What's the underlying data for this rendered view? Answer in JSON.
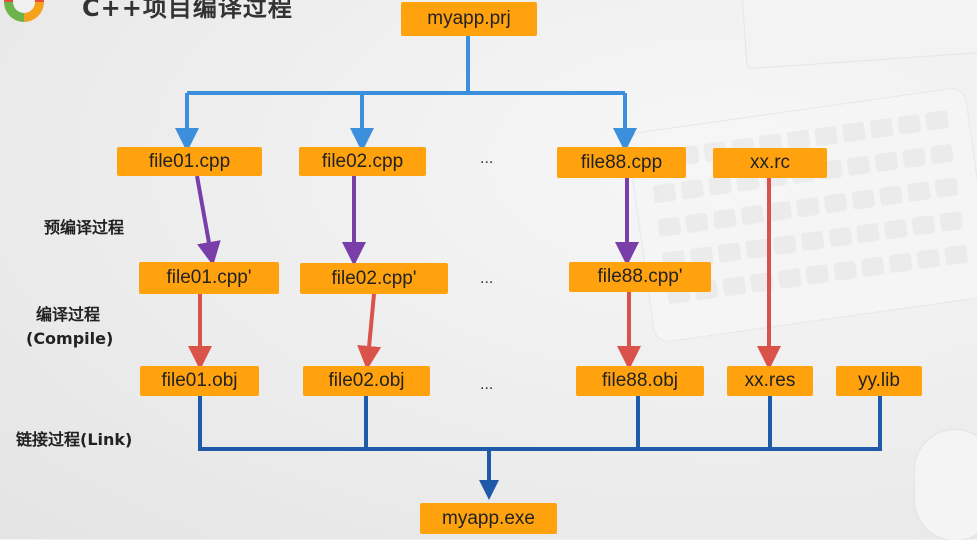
{
  "slide": {
    "title": "C++项目编译过程"
  },
  "nodes": {
    "project": "myapp.prj",
    "sources": [
      "file01.cpp",
      "file02.cpp",
      "file88.cpp"
    ],
    "resource_source": "xx.rc",
    "preprocessed": [
      "file01.cpp'",
      "file02.cpp'",
      "file88.cpp'"
    ],
    "objects": [
      "file01.obj",
      "file02.obj",
      "file88.obj"
    ],
    "resource_compiled": "xx.res",
    "library": "yy.lib",
    "output": "myapp.exe",
    "ellipsis": "..."
  },
  "stages": {
    "preprocess": "预编译过程",
    "compile_line1": "编译过程",
    "compile_line2": "(Compile)",
    "link": "链接过程(Link)"
  },
  "colors": {
    "box": "#ffa20e",
    "split_arrow": "#3b8fdc",
    "preprocess_arrow": "#7a3ea8",
    "compile_arrow": "#d9534a",
    "link_line": "#1e5aa8"
  }
}
